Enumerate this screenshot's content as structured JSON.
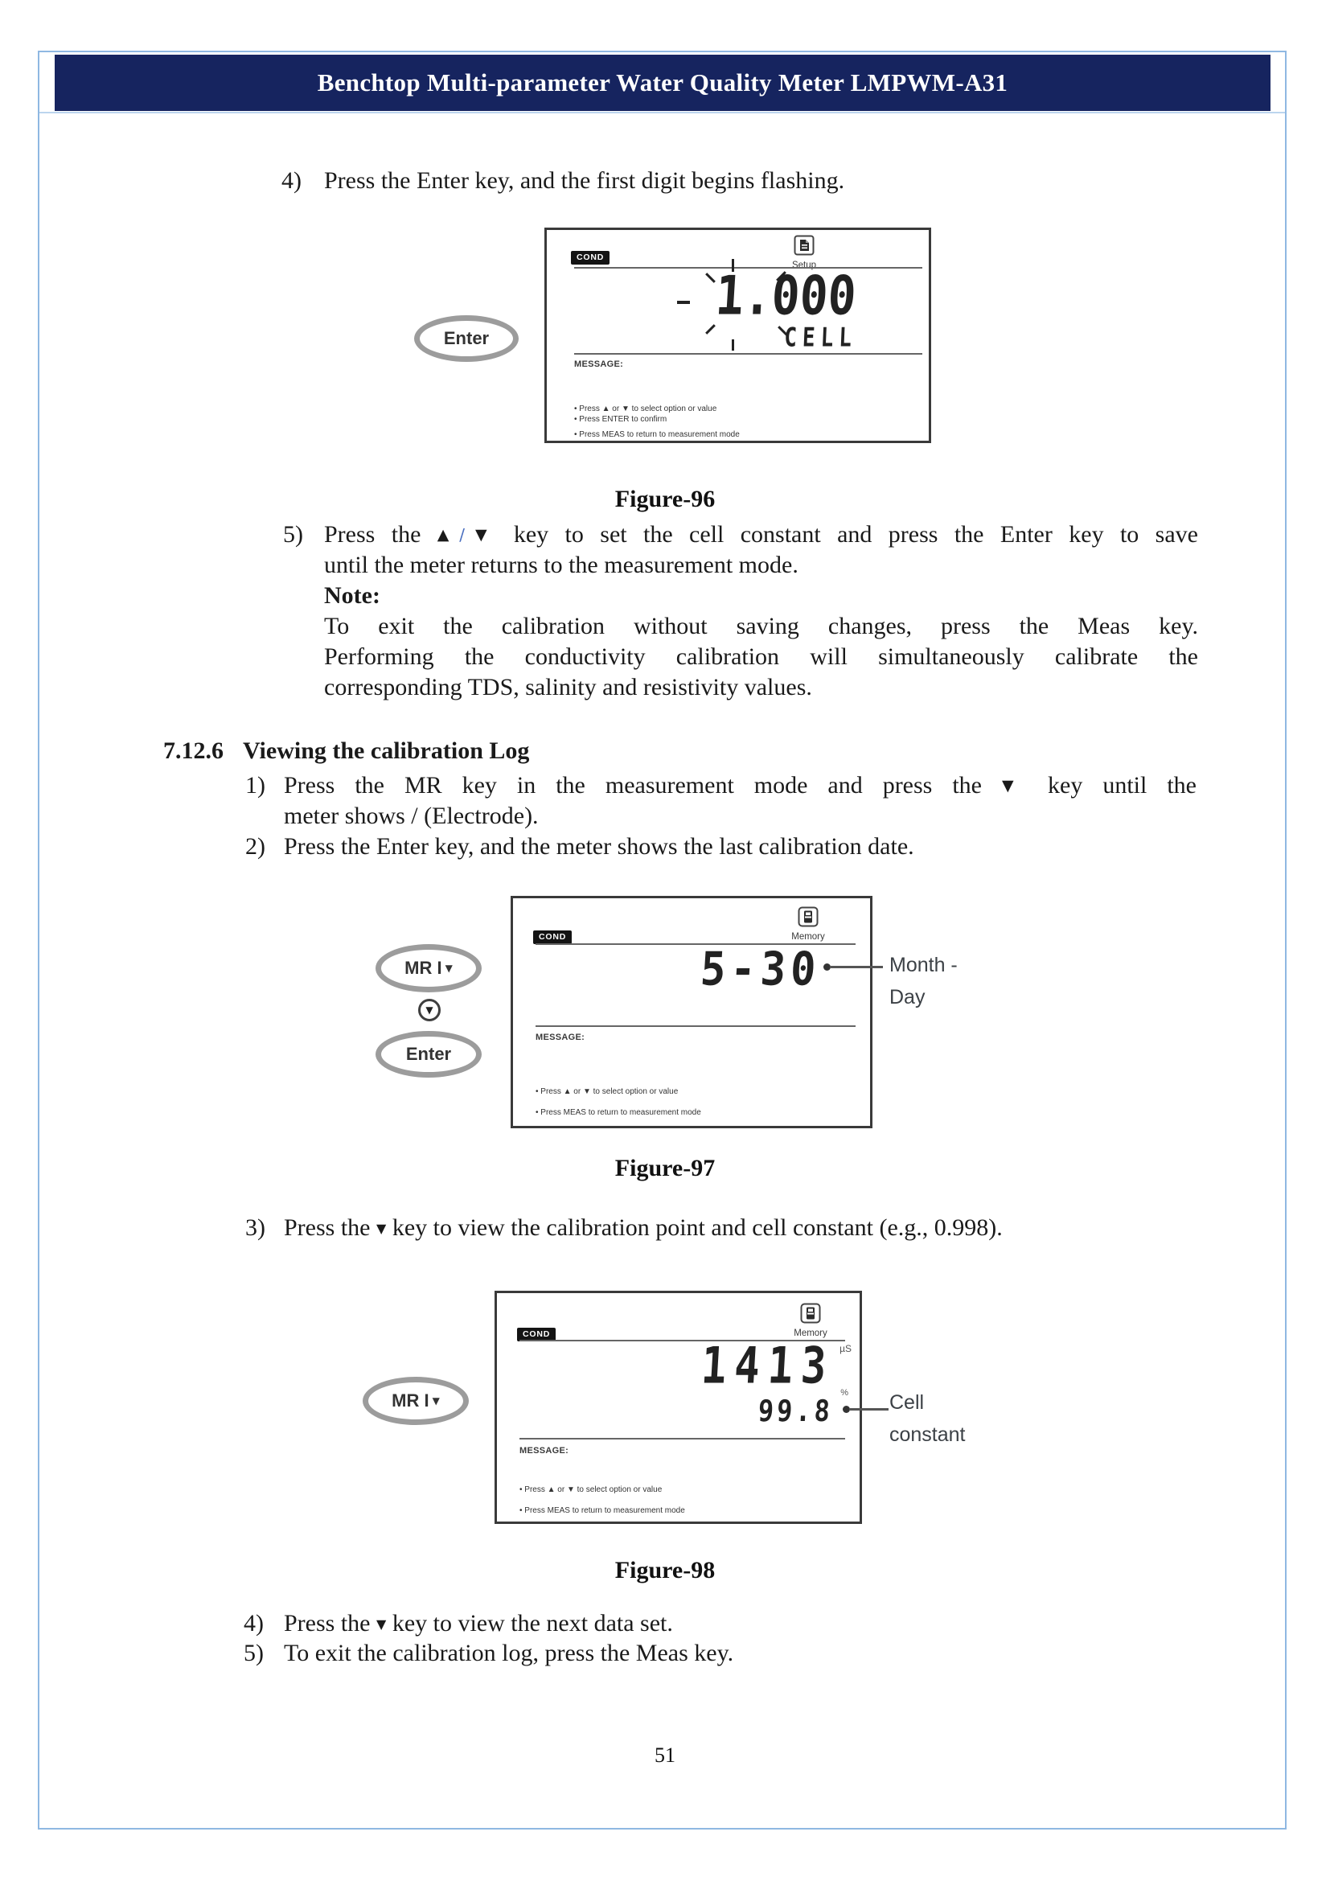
{
  "header": {
    "title": "Benchtop Multi-parameter Water Quality Meter LMPWM-A31"
  },
  "intro_step": {
    "num": "4)",
    "text": "Press the Enter key, and the first digit begins flashing."
  },
  "figure96": {
    "caption": "Figure-96",
    "enter_button": "Enter",
    "cond_badge": "COND",
    "setup_icon_label": "Setup",
    "display_value": "1.000",
    "display_word": "CELL",
    "message_label": "MESSAGE:",
    "hints": [
      "• Press ▲ or ▼ to select option or value",
      "• Press ENTER to confirm",
      "• Press MEAS to return to measurement mode"
    ]
  },
  "step5": {
    "num": "5)",
    "l1_pre": "Press the ",
    "key_up": "▲",
    "key_slash": "/",
    "key_down": "▼",
    "l1_post": " key to set the cell constant and press the Enter key to save",
    "l2": "until the meter returns to the measurement mode."
  },
  "note": {
    "label": "Note:",
    "l1": "To exit the calibration without saving changes, press the Meas key.",
    "l2": "Performing the conductivity calibration will simultaneously calibrate the",
    "l3": "corresponding TDS, salinity and resistivity values."
  },
  "section": {
    "number": "7.12.6",
    "title": "Viewing the calibration Log"
  },
  "step1": {
    "num": "1)",
    "l1_pre": "Press the MR key in the measurement mode and press the ",
    "key": "▼",
    "l1_post": " key until the",
    "l2": "meter shows / (Electrode)."
  },
  "step2": {
    "num": "2)",
    "text": "Press the Enter key, and the meter shows the last calibration date."
  },
  "figure97": {
    "caption": "Figure-97",
    "mr_label": "MR I",
    "mr_glyph": "▼",
    "down_glyph": "▼",
    "enter_button": "Enter",
    "cond_badge": "COND",
    "memory_icon_label": "Memory",
    "display_value": "5-30",
    "callout_line1": "Month -",
    "callout_line2": "Day",
    "message_label": "MESSAGE:",
    "hints": [
      "• Press ▲ or ▼ to select option or value",
      "• Press MEAS to return to measurement mode"
    ]
  },
  "step3": {
    "num": "3)",
    "pre": "Press the ",
    "key": "▼",
    "post": " key to view the calibration point and cell constant (e.g., 0.998)."
  },
  "figure98": {
    "caption": "Figure-98",
    "mr_label": "MR I",
    "mr_glyph": "▼",
    "cond_badge": "COND",
    "memory_icon_label": "Memory",
    "display_value": "1413",
    "display_unit": "µS",
    "sub_value": "99.8",
    "sub_unit": "%",
    "callout_line1": "Cell",
    "callout_line2": "constant",
    "message_label": "MESSAGE:",
    "hints": [
      "• Press ▲ or ▼ to select option or value",
      "• Press MEAS to return to measurement mode"
    ]
  },
  "step4b": {
    "num": "4)",
    "pre": "Press the ",
    "key": "▼",
    "post": " key to view the next data set."
  },
  "step5b": {
    "num": "5)",
    "text": "To exit the calibration log, press the Meas key."
  },
  "footer": {
    "page_number": "51"
  }
}
